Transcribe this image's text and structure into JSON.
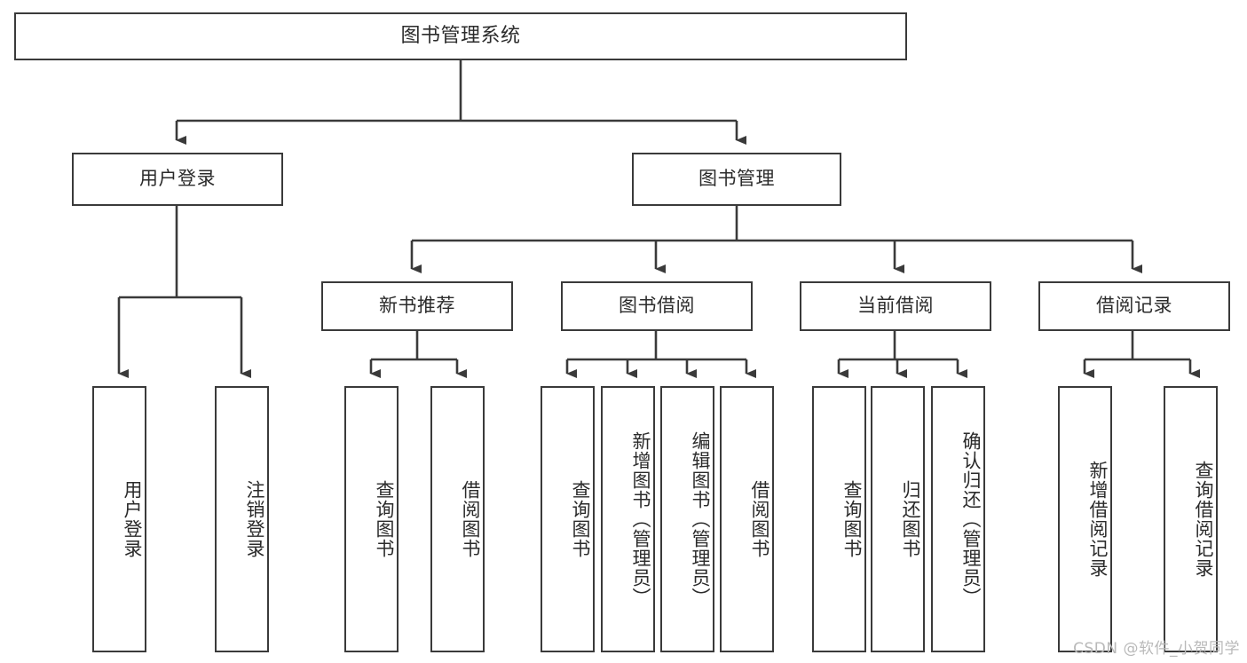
{
  "diagram": {
    "title": "图书管理系统",
    "type": "tree",
    "watermark": "CSDN @软件_小贺同学",
    "colors": {
      "background": "#ffffff",
      "node_border": "#3a3a3a",
      "node_fill": "#ffffff",
      "text": "#2b2b2b",
      "edge": "#3a3a3a",
      "watermark": "#b9b9b9"
    },
    "levels": {
      "root": "图书管理系统",
      "level1": [
        "用户登录",
        "图书管理"
      ],
      "level2": [
        "新书推荐",
        "图书借阅",
        "当前借阅",
        "借阅记录"
      ]
    },
    "nodes": {
      "root": {
        "label": "图书管理系统",
        "orientation": "horizontal"
      },
      "user_login": {
        "label": "用户登录",
        "orientation": "horizontal"
      },
      "book_manage": {
        "label": "图书管理",
        "orientation": "horizontal"
      },
      "new_book_rec": {
        "label": "新书推荐",
        "orientation": "horizontal"
      },
      "book_borrow": {
        "label": "图书借阅",
        "orientation": "horizontal"
      },
      "current_borrow": {
        "label": "当前借阅",
        "orientation": "horizontal"
      },
      "borrow_record": {
        "label": "借阅记录",
        "orientation": "horizontal"
      },
      "leaf_user_login": {
        "label": "用户登录",
        "orientation": "vertical"
      },
      "leaf_logout": {
        "label": "注销登录",
        "orientation": "vertical"
      },
      "leaf_query_book_rec": {
        "label": "查询图书",
        "orientation": "vertical"
      },
      "leaf_borrow_book_rec": {
        "label": "借阅图书",
        "orientation": "vertical"
      },
      "leaf_query_book_b": {
        "label": "查询图书",
        "orientation": "vertical"
      },
      "leaf_add_book": {
        "label": "新增图书（管理员）",
        "orientation": "vertical"
      },
      "leaf_edit_book": {
        "label": "编辑图书（管理员）",
        "orientation": "vertical"
      },
      "leaf_borrow_book_b": {
        "label": "借阅图书",
        "orientation": "vertical"
      },
      "leaf_query_book_c": {
        "label": "查询图书",
        "orientation": "vertical"
      },
      "leaf_return_book": {
        "label": "归还图书",
        "orientation": "vertical"
      },
      "leaf_confirm_return": {
        "label": "确认归还（管理员）",
        "orientation": "vertical"
      },
      "leaf_add_record": {
        "label": "新增借阅记录",
        "orientation": "vertical"
      },
      "leaf_query_record": {
        "label": "查询借阅记录",
        "orientation": "vertical"
      }
    },
    "edges": [
      {
        "from": "root",
        "to": "user_login"
      },
      {
        "from": "root",
        "to": "book_manage"
      },
      {
        "from": "user_login",
        "to": "leaf_user_login"
      },
      {
        "from": "user_login",
        "to": "leaf_logout"
      },
      {
        "from": "book_manage",
        "to": "new_book_rec"
      },
      {
        "from": "book_manage",
        "to": "book_borrow"
      },
      {
        "from": "book_manage",
        "to": "current_borrow"
      },
      {
        "from": "book_manage",
        "to": "borrow_record"
      },
      {
        "from": "new_book_rec",
        "to": "leaf_query_book_rec"
      },
      {
        "from": "new_book_rec",
        "to": "leaf_borrow_book_rec"
      },
      {
        "from": "book_borrow",
        "to": "leaf_query_book_b"
      },
      {
        "from": "book_borrow",
        "to": "leaf_add_book"
      },
      {
        "from": "book_borrow",
        "to": "leaf_edit_book"
      },
      {
        "from": "book_borrow",
        "to": "leaf_borrow_book_b"
      },
      {
        "from": "current_borrow",
        "to": "leaf_query_book_c"
      },
      {
        "from": "current_borrow",
        "to": "leaf_return_book"
      },
      {
        "from": "current_borrow",
        "to": "leaf_confirm_return"
      },
      {
        "from": "borrow_record",
        "to": "leaf_add_record"
      },
      {
        "from": "borrow_record",
        "to": "leaf_query_record"
      }
    ]
  }
}
